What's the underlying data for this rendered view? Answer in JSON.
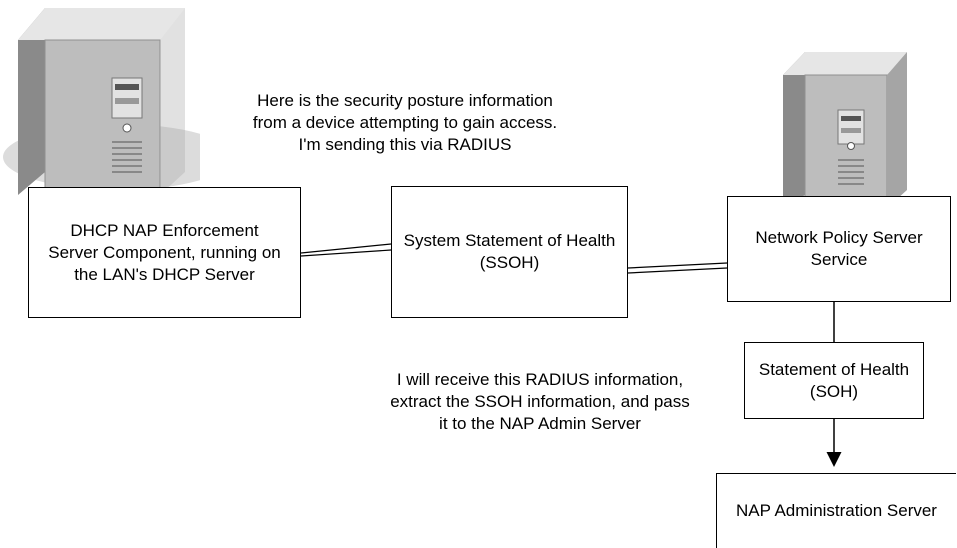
{
  "nodes": {
    "dhcp": {
      "label": "DHCP NAP Enforcement\nServer Component, running on\nthe LAN's DHCP Server"
    },
    "ssoh": {
      "label": "System Statement of Health\n(SSOH)"
    },
    "nps": {
      "label": "Network Policy Server\nService"
    },
    "soh": {
      "label": "Statement of Health\n(SOH)"
    },
    "nap_admin": {
      "label": "NAP Administration Server"
    }
  },
  "annotations": {
    "top": "Here is the security posture information\nfrom a device attempting to gain access.\nI'm sending this via RADIUS",
    "bottom": "I will receive this RADIUS information,\nextract the SSOH information, and pass\nit to the NAP Admin Server"
  },
  "icons": {
    "left_server": "server-tower-icon",
    "right_server": "server-tower-icon"
  },
  "colors": {
    "server_body": "#b9b9b9",
    "server_shadow": "#dcdcdc",
    "line": "#000000"
  }
}
